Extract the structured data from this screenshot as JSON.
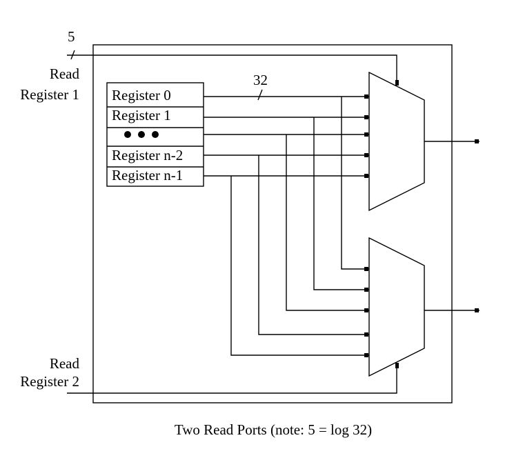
{
  "diagram": {
    "caption": "Two Read Ports (note: 5 = log 32)",
    "read_register_1": {
      "line1": "Read",
      "line2": "Register 1",
      "bus_width": "5"
    },
    "read_register_2": {
      "line1": "Read",
      "line2": "Register 2"
    },
    "data_bus_width": "32",
    "registers": [
      "Register 0",
      "Register 1",
      "● ● ●",
      "Register n-2",
      "Register n-1"
    ],
    "colors": {
      "line": "#000000",
      "background": "#ffffff"
    }
  }
}
